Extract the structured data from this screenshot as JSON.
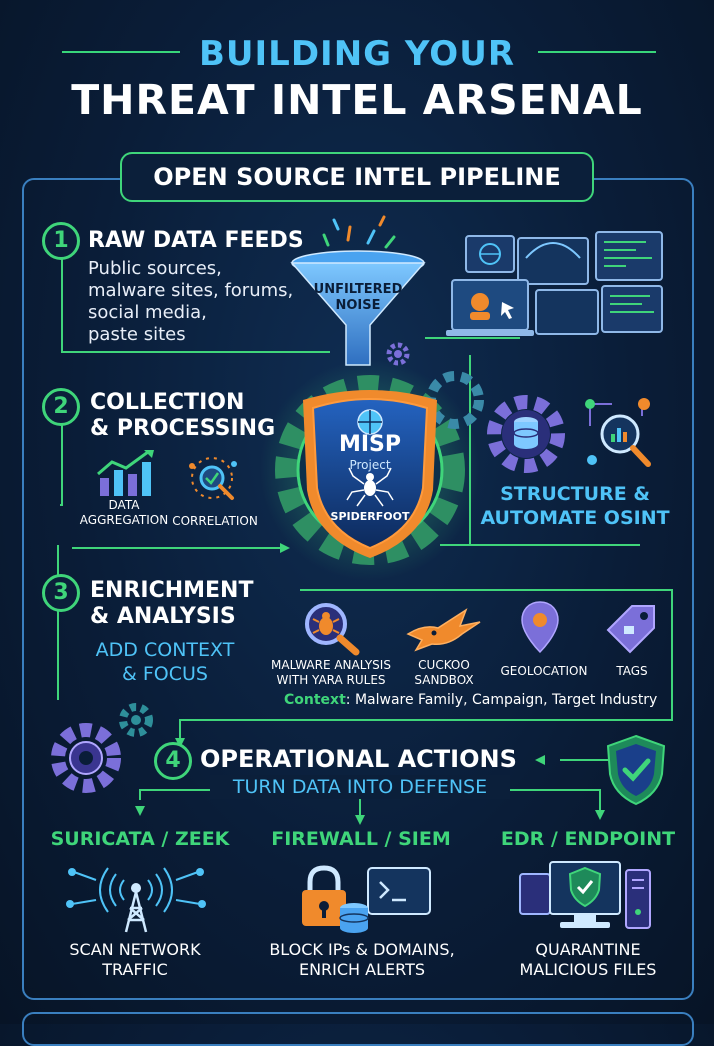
{
  "header": {
    "line1": "BUILDING YOUR",
    "line2": "THREAT INTEL ARSENAL"
  },
  "pipeline_title": "OPEN SOURCE INTEL PIPELINE",
  "step1": {
    "number": "1",
    "title": "RAW DATA FEEDS",
    "text_lines": [
      "Public sources,",
      "malware sites, forums,",
      "social media,",
      "paste sites"
    ],
    "funnel_label_lines": [
      "UNFILTERED",
      "NOISE"
    ]
  },
  "step2": {
    "number": "2",
    "title_lines": [
      "COLLECTION",
      "& PROCESSING"
    ],
    "icon_labels": {
      "aggregation_lines": [
        "DATA",
        "AGGREGATION"
      ],
      "correlation": "CORRELATION"
    },
    "shield": {
      "name": "MISP",
      "sub": "Project",
      "bottom": "SPIDERFOOT"
    },
    "right_caption_lines": [
      "STRUCTURE &",
      "AUTOMATE OSINT"
    ]
  },
  "step3": {
    "number": "3",
    "title_lines": [
      "ENRICHMENT",
      "& ANALYSIS"
    ],
    "subtitle_lines": [
      "ADD CONTEXT",
      "& FOCUS"
    ],
    "tools": [
      {
        "icon": "magnifier-bug-icon",
        "label_lines": [
          "MALWARE ANALYSIS",
          "WITH YARA RULES"
        ]
      },
      {
        "icon": "cuckoo-bird-icon",
        "label_lines": [
          "CUCKOO",
          "SANDBOX"
        ]
      },
      {
        "icon": "map-pin-icon",
        "label_lines": [
          "GEOLOCATION"
        ]
      },
      {
        "icon": "tag-icon",
        "label_lines": [
          "TAGS"
        ]
      }
    ],
    "context_label": "Context",
    "context_value": ": Malware Family, Campaign, Target Industry"
  },
  "step4": {
    "number": "4",
    "title": "OPERATIONAL ACTIONS",
    "subtitle": "TURN DATA INTO DEFENSE",
    "columns": [
      {
        "head": "SURICATA / ZEEK",
        "caption_lines": [
          "SCAN NETWORK",
          "TRAFFIC"
        ],
        "icon": "network-tower-icon"
      },
      {
        "head": "FIREWALL / SIEM",
        "caption_lines": [
          "BLOCK IPs & DOMAINS,",
          "ENRICH ALERTS"
        ],
        "icon": "lock-terminal-icon"
      },
      {
        "head": "EDR / ENDPOINT",
        "caption_lines": [
          "QUARANTINE",
          "MALICIOUS FILES"
        ],
        "icon": "endpoint-shield-icon"
      }
    ]
  },
  "colors": {
    "green": "#3fd57a",
    "cyan": "#4fc3f7",
    "frame_blue": "#3a7fbf",
    "purple": "#7b6fd9",
    "orange": "#f08a2c"
  }
}
